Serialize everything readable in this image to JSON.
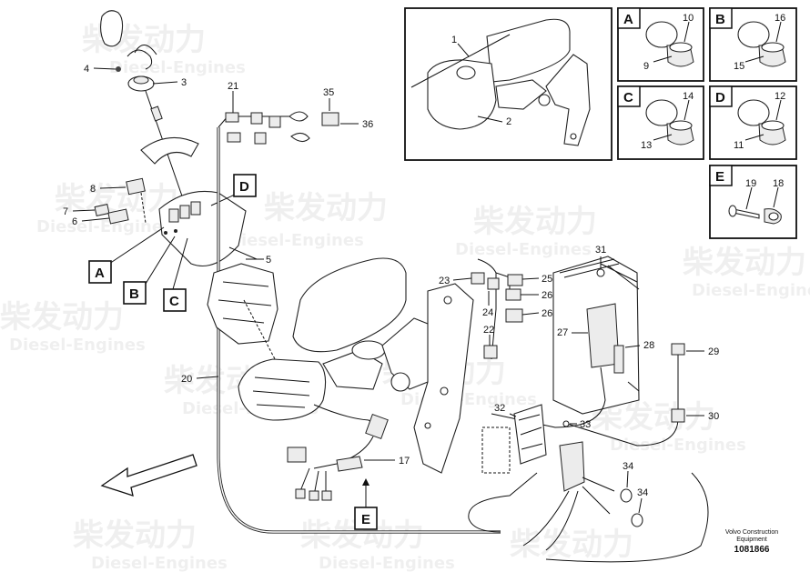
{
  "watermark": {
    "brand": "柴发动力",
    "text": "Diesel-Engines"
  },
  "callouts": {
    "c1": "1",
    "c2": "2",
    "c3": "3",
    "c4": "4",
    "c5": "5",
    "c6": "6",
    "c7": "7",
    "c8": "8",
    "c9": "9",
    "c10": "10",
    "c11": "11",
    "c12": "12",
    "c13": "13",
    "c14": "14",
    "c15": "15",
    "c16": "16",
    "c17": "17",
    "c18": "18",
    "c19": "19",
    "c20": "20",
    "c21": "21",
    "c22": "22",
    "c23": "23",
    "c24": "24",
    "c25": "25",
    "c26a": "26",
    "c26b": "26",
    "c27": "27",
    "c28": "28",
    "c29": "29",
    "c30": "30",
    "c31": "31",
    "c32": "32",
    "c33": "33",
    "c34a": "34",
    "c34b": "34",
    "c35": "35",
    "c36": "36"
  },
  "detail_labels": {
    "A": "A",
    "B": "B",
    "C": "C",
    "D": "D",
    "E": "E"
  },
  "footer": {
    "line1": "Volvo Construction",
    "line2": "Equipment",
    "code": "1081866"
  }
}
